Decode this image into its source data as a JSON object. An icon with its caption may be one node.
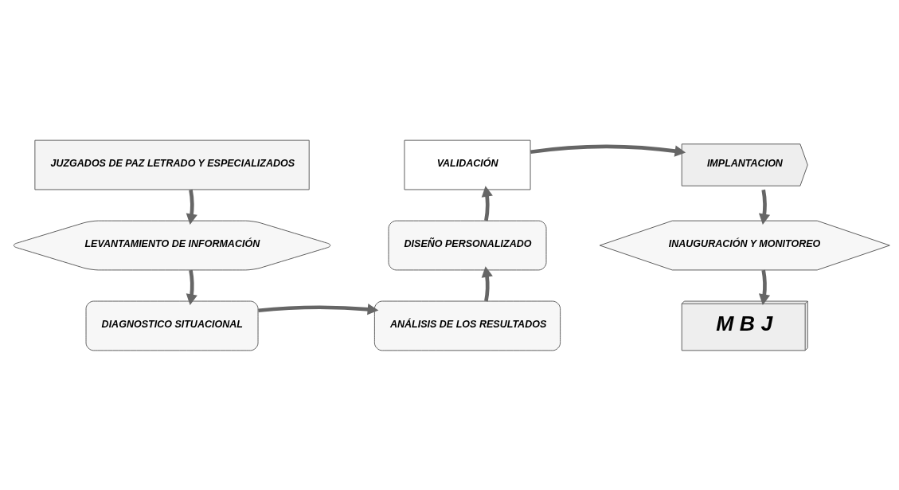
{
  "diagram": {
    "nodes": [
      {
        "text": [
          "JUZGADOS DE PAZ LETRADO Y ESPECIALIZADOS"
        ]
      },
      {
        "text": [
          "VALIDACIÓN"
        ]
      },
      {
        "text": [
          "IMPLANTACION"
        ]
      },
      {
        "text": [
          "LEVANTAMIENTO DE INFORMACIÓN"
        ]
      },
      {
        "text": [
          "DISEÑO PERSONALIZADO"
        ]
      },
      {
        "text": [
          "INAUGURACIÓN Y MONITOREO"
        ]
      },
      {
        "text": [
          "DIAGNOSTICO SITUACIONAL"
        ]
      },
      {
        "text": [
          "ANÁLISIS DE LOS RESULTADOS"
        ]
      },
      {
        "text": [
          "M B J"
        ]
      }
    ],
    "edges": [
      {
        "from": 0,
        "to": 3,
        "arrow": "to"
      },
      {
        "from": 3,
        "to": 6,
        "arrow": "to"
      },
      {
        "from": 6,
        "to": 7,
        "arrow": "to"
      },
      {
        "from": 7,
        "to": 4,
        "arrow": "to"
      },
      {
        "from": 4,
        "to": 1,
        "arrow": "to"
      },
      {
        "from": 1,
        "to": 2,
        "arrow": "to"
      },
      {
        "from": 2,
        "to": 5,
        "arrow": "to"
      },
      {
        "from": 5,
        "to": 8,
        "arrow": "to"
      }
    ]
  }
}
